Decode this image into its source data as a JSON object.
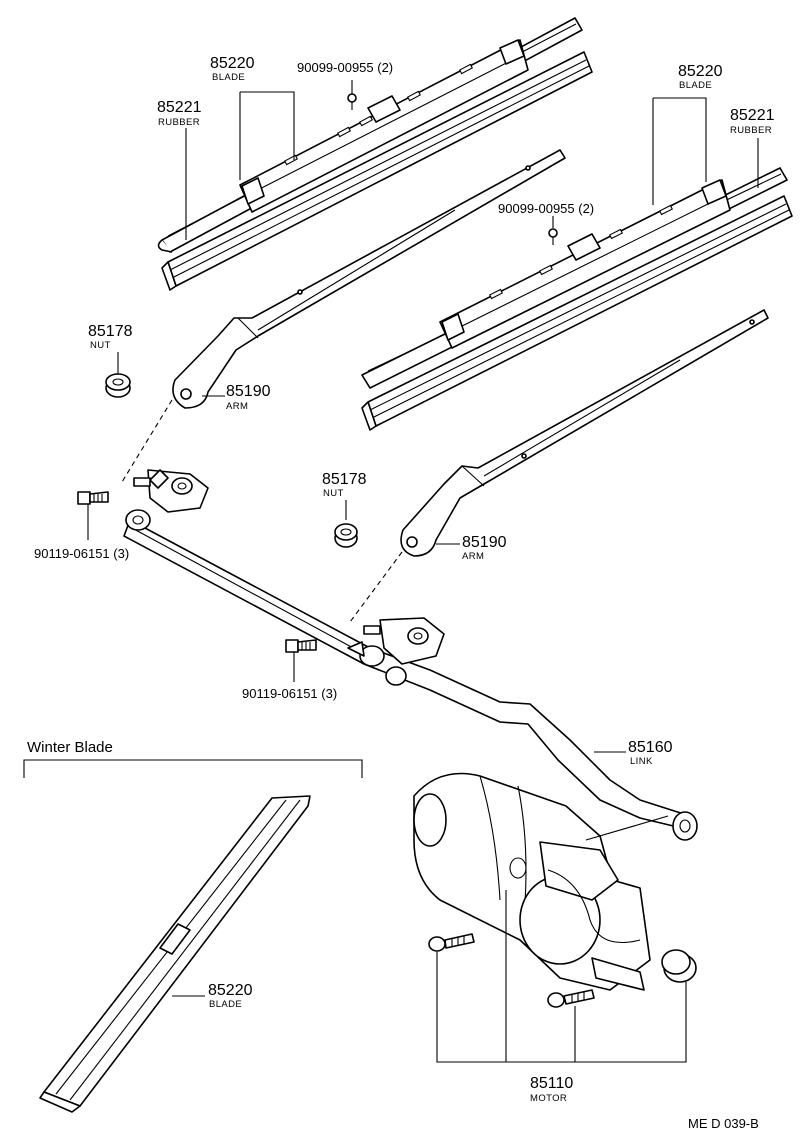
{
  "labels": {
    "blade_left": {
      "number": "85220",
      "name": "BLADE"
    },
    "rubber_left": {
      "number": "85221",
      "name": "RUBBER"
    },
    "screw_left": {
      "number": "90099-00955 (2)"
    },
    "blade_right": {
      "number": "85220",
      "name": "BLADE"
    },
    "rubber_right": {
      "number": "85221",
      "name": "RUBBER"
    },
    "screw_right": {
      "number": "90099-00955 (2)"
    },
    "nut_left": {
      "number": "85178",
      "name": "NUT"
    },
    "arm_left": {
      "number": "85190",
      "name": "ARM"
    },
    "nut_right": {
      "number": "85178",
      "name": "NUT"
    },
    "arm_right": {
      "number": "85190",
      "name": "ARM"
    },
    "bolt_left": {
      "number": "90119-06151 (3)"
    },
    "bolt_center": {
      "number": "90119-06151 (3)"
    },
    "link": {
      "number": "85160",
      "name": "LINK"
    },
    "winter_blade": {
      "title": "Winter Blade",
      "number": "85220",
      "name": "BLADE"
    },
    "motor": {
      "number": "85110",
      "name": "MOTOR"
    }
  },
  "diagram_code": "ME D 039-B"
}
